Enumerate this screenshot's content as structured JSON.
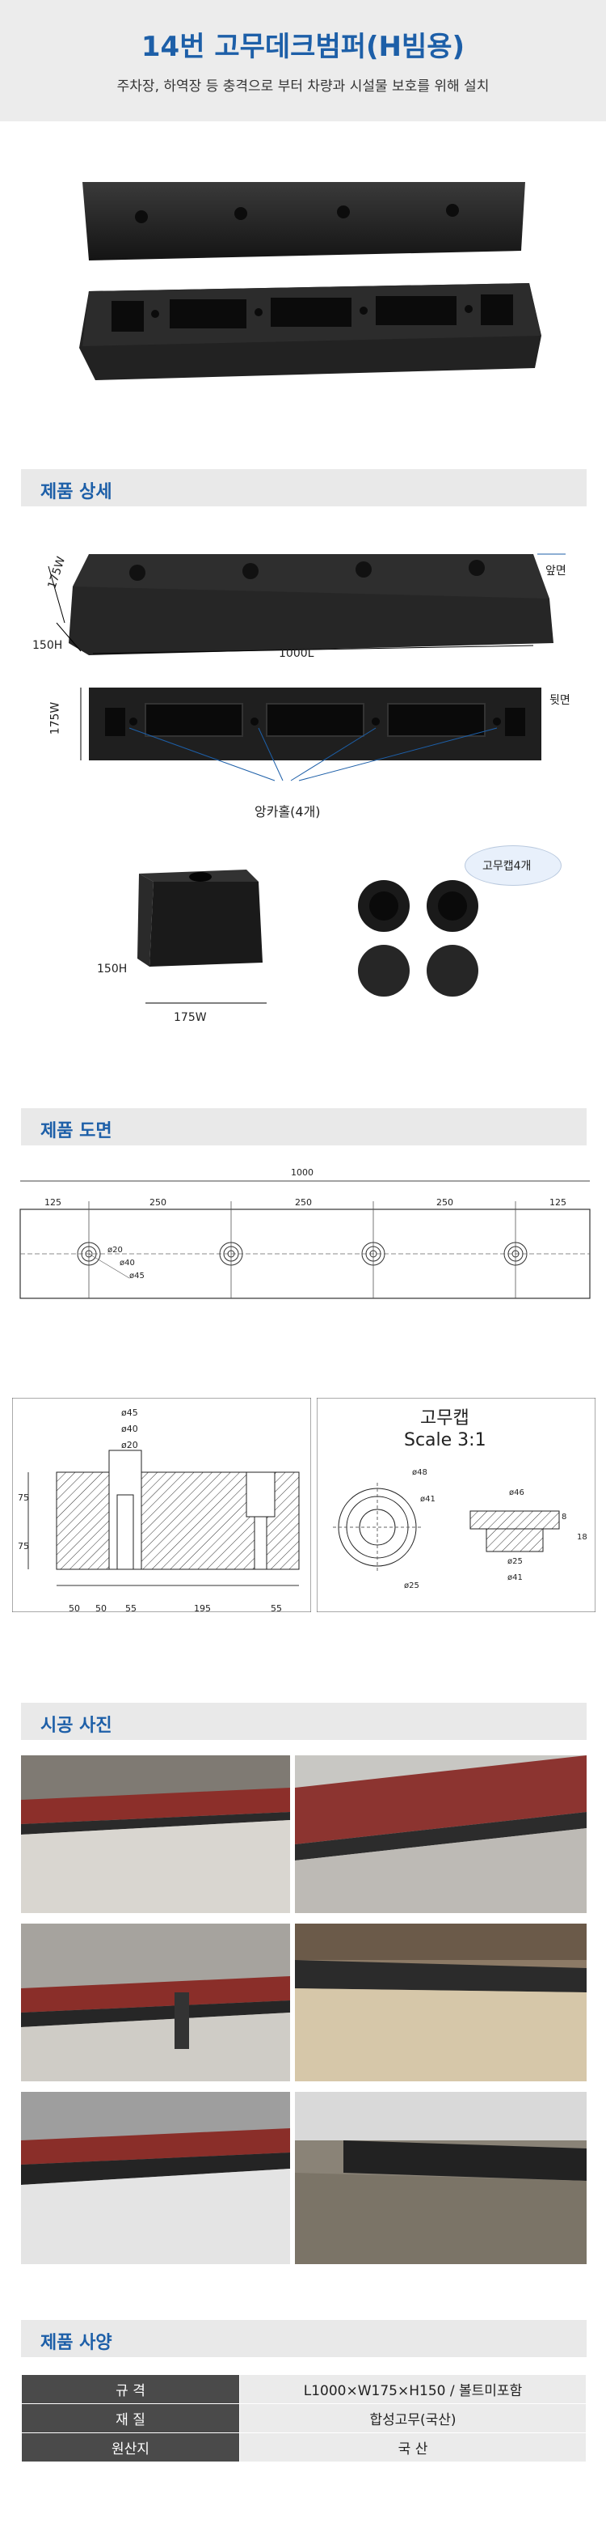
{
  "header": {
    "title": "14번 고무데크범퍼(H빔용)",
    "subtitle": "주차장, 하역장 등 충격으로 부터 차량과 시설물 보호를 위해 설치"
  },
  "sections": {
    "detail": "제품 상세",
    "drawing": "제품 도면",
    "install": "시공 사진",
    "spec": "제품 사양"
  },
  "detail": {
    "front": "앞면",
    "back": "뒷면",
    "dim_w": "175W",
    "dim_h": "150H",
    "dim_l": "1000L",
    "dim_w2": "175W",
    "holes": "앙카홀(4개)",
    "cube_h": "150H",
    "cube_w": "175W",
    "caps_callout": "고무캡4개"
  },
  "drawing": {
    "total": "1000",
    "seg1": "125",
    "seg2": "250",
    "seg3": "250",
    "seg4": "250",
    "seg5": "125",
    "d20": "ø20",
    "d40": "ø40",
    "d45": "ø45",
    "sec_d45": "ø45",
    "sec_d40": "ø40",
    "sec_d20": "ø20",
    "sec_h1": "75",
    "sec_h2": "75",
    "sec_b1": "50",
    "sec_b2": "50",
    "sec_b3": "55",
    "sec_b4": "195",
    "sec_b5": "55",
    "cap_title": "고무캡",
    "cap_scale": "Scale 3:1",
    "cap_d48": "ø48",
    "cap_d41": "ø41",
    "cap_d25": "ø25",
    "cap_s46": "ø46",
    "cap_s25": "ø25",
    "cap_s41": "ø41",
    "cap_h8": "8",
    "cap_h18": "18"
  },
  "spec": {
    "rows": [
      {
        "key": "규  격",
        "value": "L1000×W175×H150 / 볼트미포함"
      },
      {
        "key": "재  질",
        "value": "합성고무(국산)"
      },
      {
        "key": "원산지",
        "value": "국  산"
      }
    ]
  },
  "colors": {
    "accent": "#1d5fa8",
    "rubber": "#1e1e1e",
    "header_bg": "#ececec"
  }
}
